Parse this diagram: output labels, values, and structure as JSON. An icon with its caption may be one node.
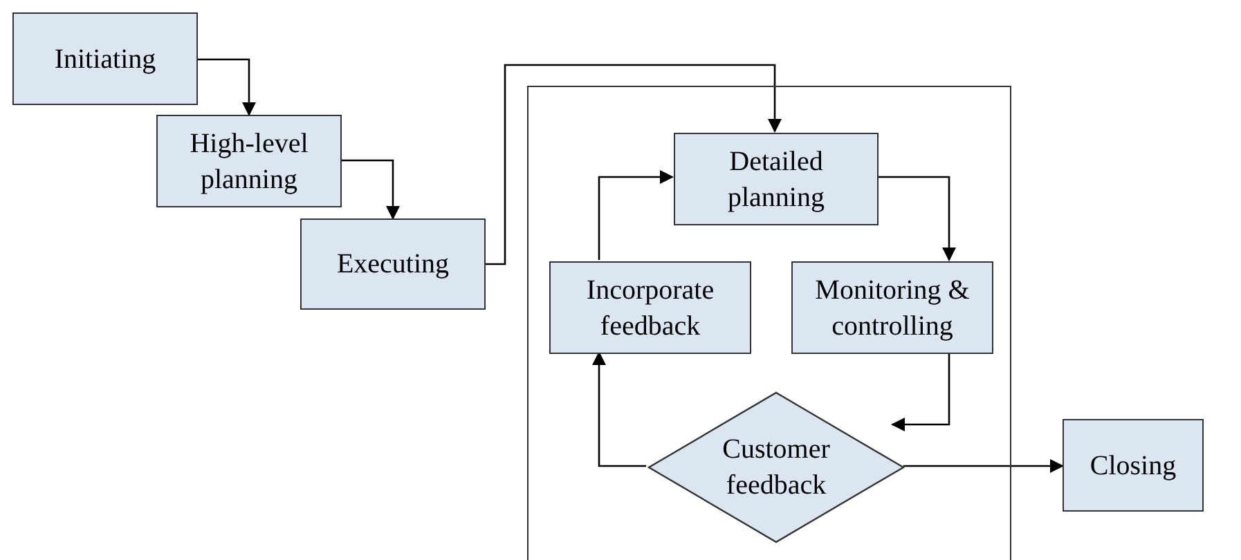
{
  "diagram": {
    "nodes": [
      {
        "text": [
          "Initiating"
        ]
      },
      {
        "text": [
          "High-level planning"
        ]
      },
      {
        "text": [
          "Executing"
        ]
      },
      {
        "text": [],
        "shape": "box"
      },
      {
        "text": [
          "Detailed planning"
        ],
        "in": 3
      },
      {
        "text": [
          "Incorporate feedback"
        ],
        "in": 3
      },
      {
        "text": [
          "Monitoring & controlling"
        ],
        "in": 3
      },
      {
        "text": [
          "Customer feedback"
        ],
        "in": 3
      },
      {
        "text": [
          "Closing"
        ]
      }
    ],
    "edges": [
      {
        "from": 0,
        "to": 1,
        "arrow": "to"
      },
      {
        "from": 1,
        "to": 2,
        "arrow": "to"
      },
      {
        "from": 2,
        "to": 4,
        "arrow": "to"
      },
      {
        "from": 4,
        "to": 6,
        "arrow": "to"
      },
      {
        "from": 6,
        "to": 7,
        "arrow": "to"
      },
      {
        "from": 7,
        "to": 5,
        "arrow": "to"
      },
      {
        "from": 5,
        "to": 4,
        "arrow": "to"
      },
      {
        "from": 7,
        "to": 8,
        "arrow": "to"
      }
    ]
  }
}
